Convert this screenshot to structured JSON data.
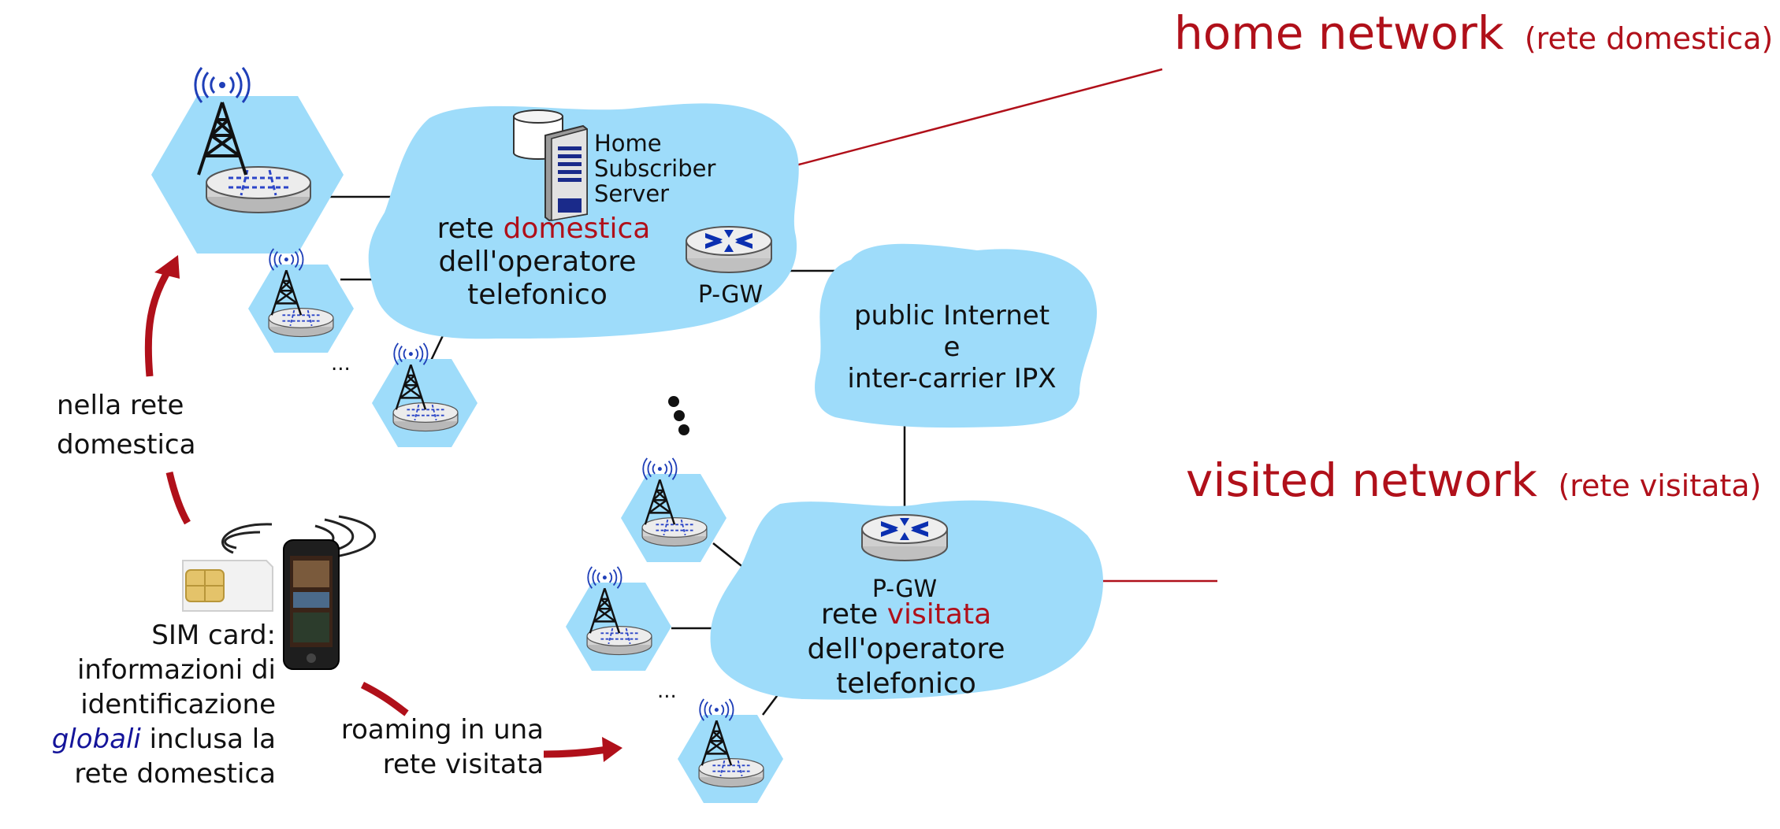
{
  "colors": {
    "cloud": "#9edcfa",
    "accent_red": "#b0101a",
    "italic_blue": "#14149a",
    "router": "#0b2fb0"
  },
  "labels": {
    "home_network": "home network",
    "home_network_it": "(rete domestica)",
    "visited_network": "visited network",
    "visited_network_it": "(rete visitata)",
    "hss_line1": "Home",
    "hss_line2": "Subscriber",
    "hss_line3": "Server",
    "home_cloud_rete": "rete",
    "home_cloud_domestica": "domestica",
    "home_cloud_line2": "dell'operatore",
    "home_cloud_line3": "telefonico",
    "pgw_home": "P-GW",
    "internet_line1": "public Internet",
    "internet_line2": "e",
    "internet_line3": "inter-carrier IPX",
    "pgw_visited": "P-GW",
    "visited_cloud_rete": "rete",
    "visited_cloud_visitata": "visitata",
    "visited_cloud_line2": "dell'operatore",
    "visited_cloud_line3": "telefonico",
    "nella_rete_line1": "nella rete",
    "nella_rete_line2": "domestica",
    "sim_line1": "SIM card:",
    "sim_line2": "informazioni di",
    "sim_line3": "identificazione",
    "sim_line4_italic": "globali",
    "sim_line4_rest": " inclusa la",
    "sim_line5": "rete domestica",
    "roaming_line1": "roaming in una",
    "roaming_line2": "rete visitata",
    "ellipsis_small": "...",
    "ellipsis_vertical": "•"
  },
  "icons": [
    "cell-tower-icon",
    "base-station-icon",
    "database-icon",
    "server-icon",
    "router-icon",
    "sim-card-icon",
    "smartphone-icon",
    "wireless-signal-icon"
  ]
}
